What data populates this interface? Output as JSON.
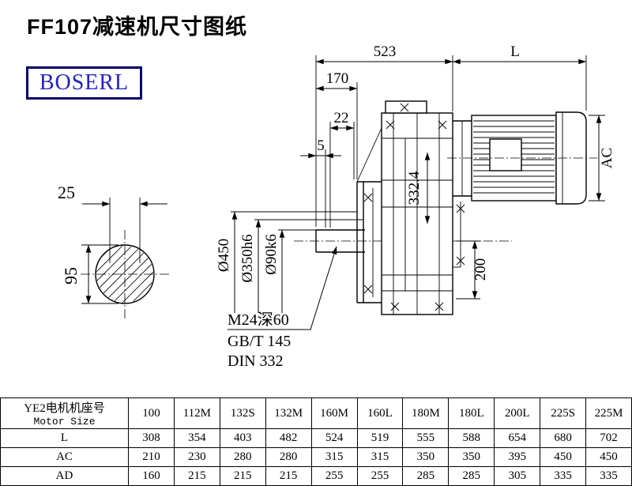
{
  "page": {
    "title": "FF107减速机尺寸图纸",
    "brand": "BOSERL"
  },
  "drawing": {
    "dim_523": "523",
    "dim_L": "L",
    "dim_170": "170",
    "dim_22": "22",
    "dim_5": "5",
    "dim_AC": "AC",
    "dim_25": "25",
    "dim_95": "95",
    "dia_flange": "Ø450",
    "dia_spigot": "Ø350h6",
    "dia_shaft": "Ø90k6",
    "dim_332": "332.4",
    "dim_200": "200",
    "thread_note": "M24深60",
    "standard_gbt": "GB/T 145",
    "standard_din": "DIN 332"
  },
  "table": {
    "header": {
      "line1": "YE2电机机座号",
      "line2": "Motor Size"
    },
    "columns": [
      "100",
      "112M",
      "132S",
      "132M",
      "160M",
      "160L",
      "180M",
      "180L",
      "200L",
      "225S",
      "225M"
    ],
    "rows": [
      {
        "label": "L",
        "values": [
          "308",
          "354",
          "403",
          "482",
          "524",
          "519",
          "555",
          "588",
          "654",
          "680",
          "702"
        ]
      },
      {
        "label": "AC",
        "values": [
          "210",
          "230",
          "280",
          "280",
          "315",
          "315",
          "350",
          "350",
          "395",
          "450",
          "450"
        ]
      },
      {
        "label": "AD",
        "values": [
          "160",
          "215",
          "215",
          "215",
          "255",
          "255",
          "285",
          "285",
          "305",
          "335",
          "335"
        ]
      }
    ]
  },
  "colors": {
    "brand_blue": "#2323bd",
    "line_black": "#000000"
  }
}
